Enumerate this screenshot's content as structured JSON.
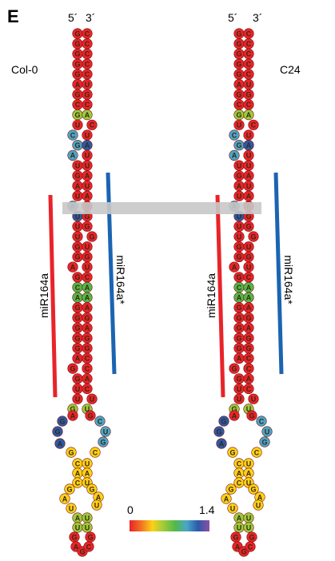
{
  "panel_label": "E",
  "end_labels": {
    "five_prime": "5´",
    "three_prime": "3´"
  },
  "structures": [
    {
      "name": "Col-0",
      "strand5": "GGGGGAGCGUCGAUGAUAUUUGGAGCAGGGGGAGGUUGGGAGAGGCCGCUUGG",
      "strand3": "CCCCCUGCACUAUUAUAAGGGUGUCAAAGAGGCCACUUUUUCCGACCCCUUGUGCCGA",
      "loop_seq": "UCAAA",
      "guide_label": "miR164a",
      "star_label": "miR164a*"
    },
    {
      "name": "C24",
      "strand5": "GGGGGAGCGUCGAUGAUAUUUGGAGCAGGGGGAGGUUGGGAGAGGCCGCUUGG",
      "strand3": "CCCCCUGCACUAUUAUAAGGGUGUCAAAGAGGCCACUUUUUCCGACCCCUUGUGCCGA",
      "loop_seq": "UCAAA",
      "guide_label": "miR164a",
      "star_label": "miR164a*"
    }
  ],
  "color_scale": {
    "min_label": "0",
    "max_label": "1.4",
    "stops": [
      "#e8242a",
      "#f37021",
      "#fcd116",
      "#9bcb3c",
      "#52b848",
      "#4aa6c9",
      "#2b5aa8",
      "#8e4fa3"
    ]
  },
  "annotation_colors": {
    "guide": "#e8242a",
    "star": "#1b64b2",
    "highlight": "#c8c8c8"
  }
}
